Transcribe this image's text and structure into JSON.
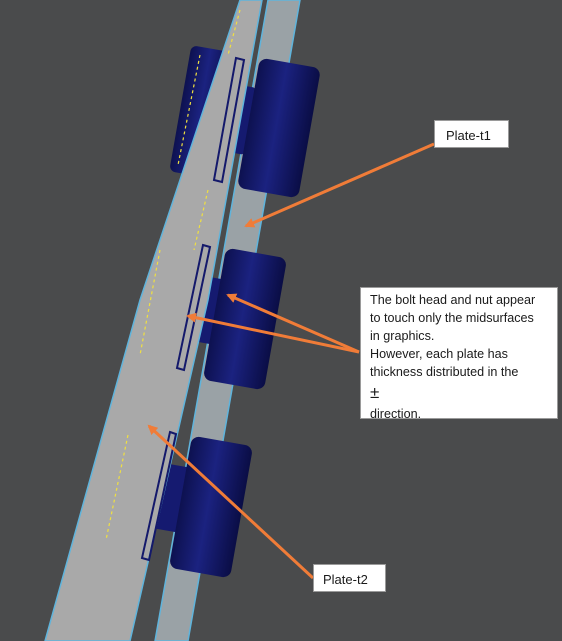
{
  "labels": {
    "plate_t1": "Plate-t1",
    "plate_t2": "Plate-t2",
    "note_lines": [
      "The bolt head and nut appear",
      "to touch only the midsurfaces",
      "in graphics.",
      "However, each plate has",
      "thickness distributed in the",
      "direction."
    ],
    "note_symbol": "±"
  },
  "colors": {
    "background": "#4a4b4c",
    "plate_t2": "#a9a9a9",
    "plate_t1": "#9aa2a6",
    "plate_edge": "#5fb4dc",
    "bolt": "#14196b",
    "arrow": "#f07c38",
    "axis_marks": "#f0e040"
  }
}
